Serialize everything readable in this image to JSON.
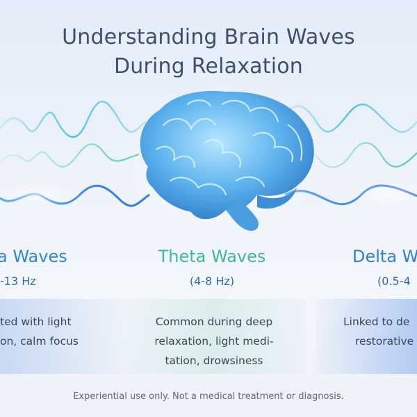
{
  "title": {
    "line1": "Understanding Brain Waves",
    "line2": "During Relaxation"
  },
  "illustration": {
    "icon": "brain-icon",
    "color": "#4fa6e6"
  },
  "sections": [
    {
      "heading": "a Waves",
      "range": "-13 Hz",
      "desc": [
        "ted with light",
        "on, calm focus"
      ],
      "color": "#2f86d6"
    },
    {
      "heading": "Theta Waves",
      "range": "(4-8 Hz)",
      "desc": [
        "Common during deep",
        "relaxation, light medi-",
        "tation, drowsiness"
      ],
      "color": "#3fb89a"
    },
    {
      "heading": "Delta W",
      "range": "(0.5-4",
      "desc": [
        "Linked to de",
        "restorative"
      ],
      "color": "#2f7fd3"
    }
  ],
  "footer": "Experiential use only. Not a medical treatment or diagnosis."
}
